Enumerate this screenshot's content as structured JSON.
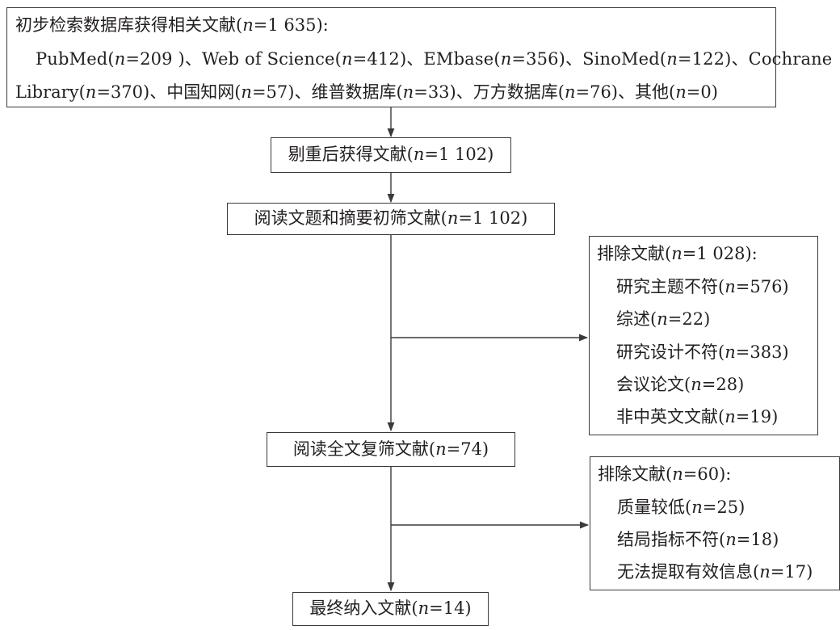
{
  "search": {
    "line1": "初步检索数据库获得相关文献(n=1 635):",
    "line2": "PubMed(n=209 )、Web of Science(n=412)、EMbase(n=356)、SinoMed(n=122)、Cochrane",
    "line3": "Library(n=370)、中国知网(n=57)、维普数据库(n=33)、万方数据库(n=76)、其他(n=0)"
  },
  "dedup": "剔重后获得文献(n=1 102)",
  "screen": "阅读文题和摘要初筛文献(n=1 102)",
  "excluded1": {
    "title": "排除文献(n=1 028):",
    "items": [
      "研究主题不符(n=576)",
      "综述(n=22)",
      "研究设计不符(n=383)",
      "会议论文(n=28)",
      "非中英文文献(n=19)"
    ]
  },
  "fulltext": "阅读全文复筛文献(n=74)",
  "excluded2": {
    "title": "排除文献(n=60):",
    "items": [
      "质量较低(n=25)",
      "结局指标不符(n=18)",
      "无法提取有效信息(n=17)"
    ]
  },
  "final": "最终纳入文献(n=14)"
}
